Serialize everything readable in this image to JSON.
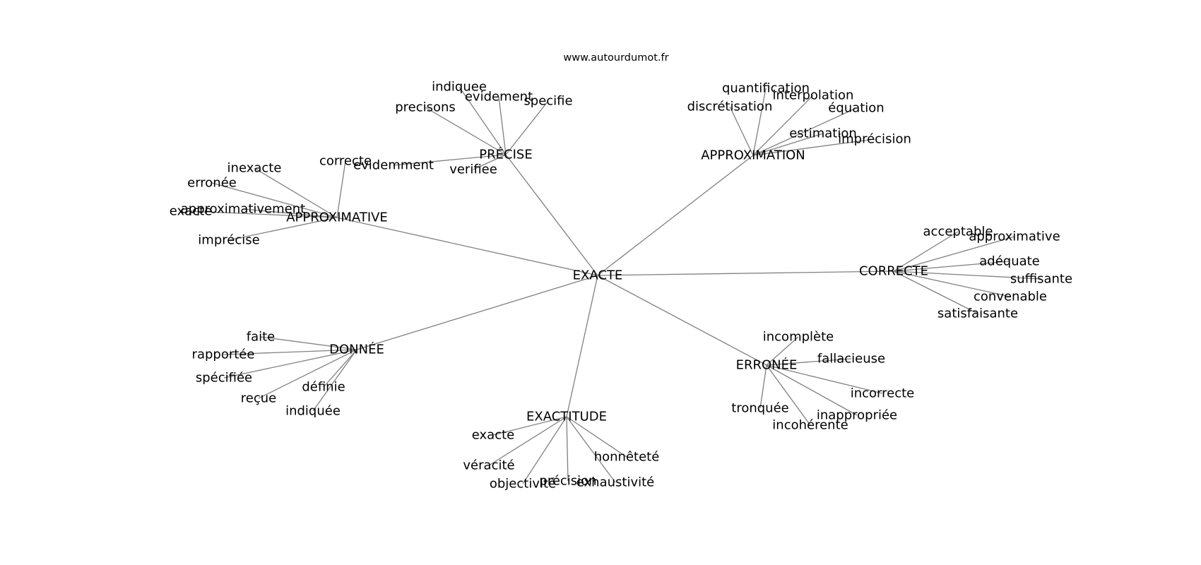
{
  "source": "www.autourdumot.fr",
  "graph": {
    "center": "EXACTE",
    "colors": {
      "edge": "#808080",
      "text": "#000000",
      "background": "#ffffff"
    },
    "clusters": [
      {
        "hub": "PRÉCISE",
        "leaves": [
          "indiquee",
          "evidement",
          "precisons",
          "specifie",
          "evidemment",
          "verifiee"
        ]
      },
      {
        "hub": "APPROXIMATION",
        "leaves": [
          "quantification",
          "interpolation",
          "discrétisation",
          "équation",
          "estimation",
          "imprécision"
        ]
      },
      {
        "hub": "APPROXIMATIVE",
        "leaves": [
          "inexacte",
          "correcte",
          "erronée",
          "approximativement",
          "exacte",
          "imprécise"
        ]
      },
      {
        "hub": "CORRECTE",
        "leaves": [
          "acceptable",
          "approximative",
          "adéquate",
          "suffisante",
          "convenable",
          "satisfaisante"
        ]
      },
      {
        "hub": "DONNÉE",
        "leaves": [
          "faite",
          "rapportée",
          "spécifiée",
          "définie",
          "reçue",
          "indiquée"
        ]
      },
      {
        "hub": "ERRONÉE",
        "leaves": [
          "incomplète",
          "fallacieuse",
          "incorrecte",
          "tronquée",
          "inappropriée",
          "incohérente"
        ]
      },
      {
        "hub": "EXACTITUDE",
        "leaves": [
          "exacte",
          "véracité",
          "honnêteté",
          "objectivité",
          "précision",
          "exhaustivité"
        ]
      }
    ]
  }
}
